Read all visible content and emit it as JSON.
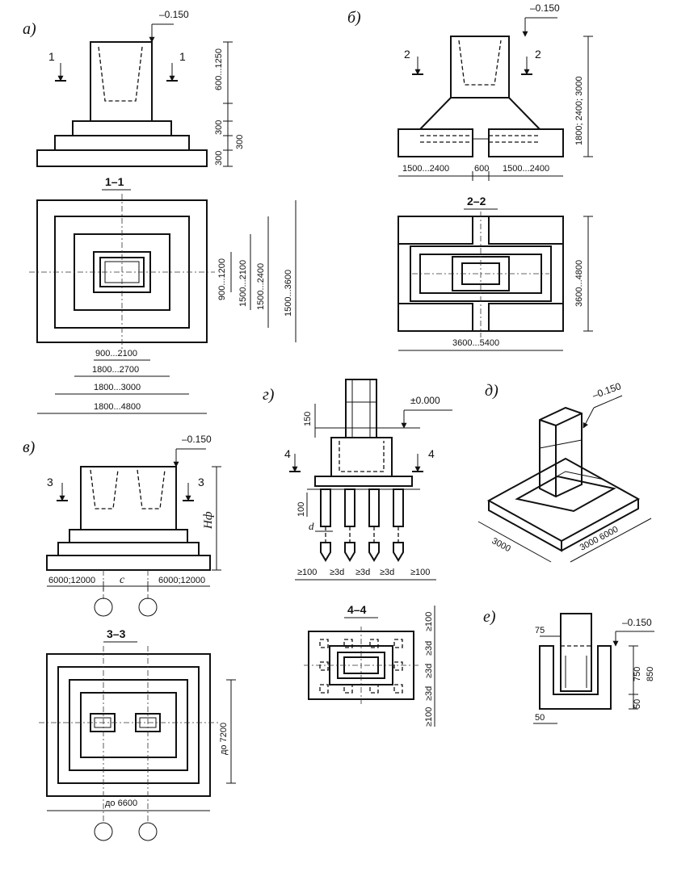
{
  "panels": {
    "a": {
      "label": "а)",
      "level": "–0.150",
      "cut_left": "1",
      "cut_right": "1",
      "dim_column": "600...1250",
      "dim_step1": "300",
      "dim_step2": "300",
      "dim_step3": "300",
      "section_title": "1–1",
      "plan_dims_v": [
        "900...1200",
        "1500...2100",
        "1500...2400",
        "1500...3600"
      ],
      "plan_dims_h": [
        "900...2100",
        "1800...2700",
        "1800...3000",
        "1800...4800"
      ]
    },
    "b": {
      "label": "б)",
      "level": "–0.150",
      "cut_left": "2",
      "cut_right": "2",
      "dim_height": "1800; 2400; 3000",
      "dim_bottom": [
        "1500...2400",
        "600",
        "1500...2400"
      ],
      "section_title": "2–2",
      "plan_dim_v": "3600...4800",
      "plan_dim_h": "3600...5400"
    },
    "v": {
      "label": "в)",
      "level": "–0.150",
      "cut_left": "3",
      "cut_right": "3",
      "dim_height": "Hф",
      "dim_bottom": [
        "6000;12000",
        "c",
        "6000;12000"
      ],
      "section_title": "3–3",
      "plan_dim_v": "до 7200",
      "plan_dim_h": "до 6600"
    },
    "g": {
      "label": "г)",
      "level": "±0.000",
      "dim_150": "150",
      "cut_left": "4",
      "cut_right": "4",
      "dim_100": "100",
      "dim_d": "d",
      "dim_bottom": [
        "≥100",
        "≥3d",
        "≥3d",
        "≥3d",
        "≥100"
      ],
      "section_title": "4–4",
      "plan_dims_v": [
        "≥100",
        "≥3d",
        "≥3d",
        "≥3d",
        "≥100"
      ]
    },
    "d": {
      "label": "д)",
      "level": "–0.150",
      "dim_left": "3000",
      "dim_right": "3000  6000"
    },
    "e": {
      "label": "е)",
      "level": "–0.150",
      "dim_75": "75",
      "dim_750": "750",
      "dim_850": "850",
      "dim_50a": "50",
      "dim_50b": "50"
    }
  }
}
